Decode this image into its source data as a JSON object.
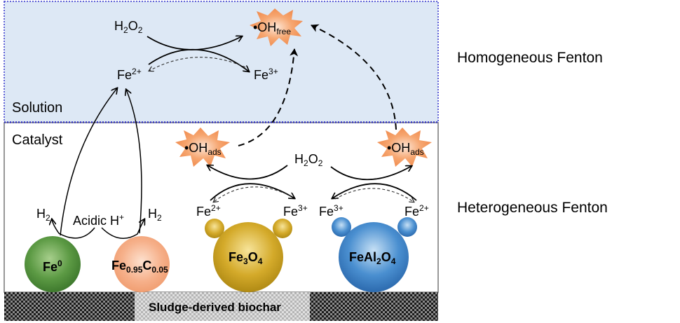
{
  "regions": {
    "solution_label": "Solution",
    "catalyst_label": "Catalyst",
    "solution_fill": "#dde8f5",
    "border_color": "#3333cc"
  },
  "side_labels": {
    "homogeneous": "Homogeneous Fenton",
    "heterogeneous": "Heterogeneous Fenton"
  },
  "homogeneous": {
    "h2o2": {
      "base": "H",
      "sub1": "2",
      "mid": "O",
      "sub2": "2"
    },
    "fe2": {
      "base": "Fe",
      "sup": "2+"
    },
    "fe3": {
      "base": "Fe",
      "sup": "3+"
    },
    "oh_free": {
      "base": "•OH",
      "sub": "free"
    }
  },
  "heterogeneous": {
    "h2o2": {
      "base": "H",
      "sub1": "2",
      "mid": "O",
      "sub2": "2"
    },
    "oh_ads_left": {
      "base": "•OH",
      "sub": "ads"
    },
    "oh_ads_right": {
      "base": "•OH",
      "sub": "ads"
    },
    "fe3o4_fe2": {
      "base": "Fe",
      "sup": "2+"
    },
    "fe3o4_fe3": {
      "base": "Fe",
      "sup": "3+"
    },
    "feal2o4_fe3": {
      "base": "Fe",
      "sup": "3+"
    },
    "feal2o4_fe2": {
      "base": "Fe",
      "sup": "2+"
    }
  },
  "zero_valent": {
    "h2_left": {
      "base": "H",
      "sub": "2"
    },
    "h2_right": {
      "base": "H",
      "sub": "2"
    },
    "acidic": {
      "base": "Acidic H",
      "sup": "+"
    }
  },
  "particles": {
    "fe0": {
      "base": "Fe",
      "sup": "0",
      "color": "#4e8a3a"
    },
    "fec": {
      "base": "Fe",
      "sub1": "0.95",
      "mid": "C",
      "sub2": "0.05",
      "color": "#f4a57a"
    },
    "fe3o4": {
      "base": "Fe",
      "sub1": "3",
      "mid": "O",
      "sub2": "4",
      "color": "#c9a020"
    },
    "feal2o4": {
      "base": "FeAl",
      "sub1": "2",
      "mid": "O",
      "sub2": "4",
      "color": "#3a7fc4"
    }
  },
  "radical_color": "#f4a06a",
  "support": {
    "label": "Sludge-derived biochar"
  }
}
